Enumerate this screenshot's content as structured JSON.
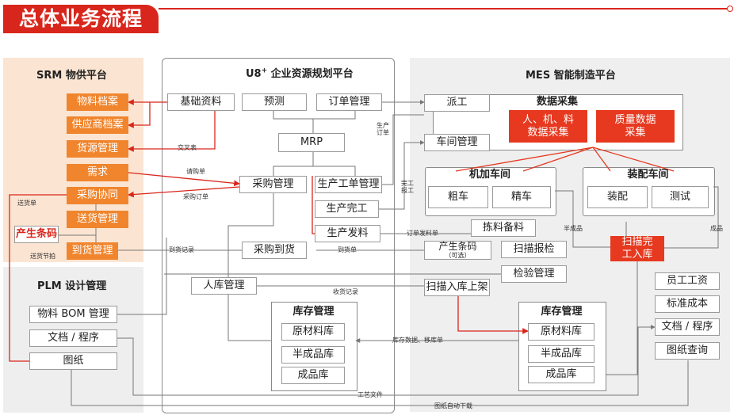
{
  "page_title": "总体业务流程",
  "srm": {
    "title": "SRM 物供平台",
    "material_file": "物料档案",
    "supplier_file": "供应商档案",
    "source_mgmt": "货源管理",
    "demand": "需求",
    "purchase_coord": "采购协同",
    "delivery_mgmt": "送货管理",
    "barcode": "产生条码",
    "arrival_mgmt": "到货管理"
  },
  "plm": {
    "title": "PLM 设计管理",
    "bom": "物料 BOM 管理",
    "docs": "文档 / 程序",
    "drawings": "图纸"
  },
  "u8": {
    "title_main": "U8",
    "title_sup": "+",
    "title_rest": " 企业资源规划平台",
    "basic_data": "基础资料",
    "forecast": "预测",
    "order_mgmt": "订单管理",
    "mrp": "MRP",
    "purchase_mgmt": "采购管理",
    "work_order_mgmt": "生产工单管理",
    "prod_complete": "生产完工",
    "material_issue": "生产发料",
    "purchase_arrival": "采购到货",
    "stock_in_mgmt": "人库管理",
    "inventory": {
      "title": "库存管理",
      "raw": "原材料库",
      "semi": "半成品库",
      "finished": "成品库"
    }
  },
  "mes": {
    "title": "MES 智能制造平台",
    "dispatch": "派工",
    "workshop_mgmt": "车间管理",
    "data_collection": {
      "title": "数据采集",
      "people_machine_l1": "人、机、料",
      "people_machine_l2": "数据采集",
      "quality_l1": "质量数据",
      "quality_l2": "采集"
    },
    "machining": {
      "title": "机加车间",
      "rough": "粗车",
      "fine": "精车"
    },
    "assembly": {
      "title": "装配车间",
      "assemble": "装配",
      "test": "测试"
    },
    "picking": "拣料备料",
    "barcode_l1": "产生条码",
    "barcode_l2": "（可选）",
    "scan_inspect": "扫描报检",
    "inspection": "检验管理",
    "scan_shelf": "扫描入库上架",
    "scan_finish_l1": "扫描完",
    "scan_finish_l2": "工入库",
    "inventory": {
      "title": "库存管理",
      "raw": "原材料库",
      "semi": "半成品库",
      "finished": "成品库"
    },
    "wages": "员工工资",
    "std_cost": "标准成本",
    "docs": "文档 / 程序",
    "drawing_query": "图纸查询"
  },
  "flow_labels": {
    "cross_table": "交叉表",
    "request_order": "请购单",
    "purchase_order": "采购订单",
    "delivery_order": "送货单",
    "delivery_pace": "送货节拍",
    "arrival_record": "到货记录",
    "arrival_order": "到货单",
    "receipt_record": "收货记录",
    "prod_order_l1": "生产",
    "prod_order_l2": "订单",
    "complete_l1": "完工",
    "complete_l2": "报工",
    "issue_order": "订单发料单",
    "semi_finished": "半成品",
    "finished": "成品",
    "inventory_data": "库存数据、移库单",
    "process_file": "工艺文件",
    "drawing_download": "图纸自动下载"
  },
  "colors": {
    "brand_red": "#d9261c",
    "orange": "#f0852d",
    "bright_red": "#e6391f",
    "srm_bg": "#fbe5d2",
    "plm_bg": "#eeeeee",
    "mes_bg": "#efefef"
  }
}
